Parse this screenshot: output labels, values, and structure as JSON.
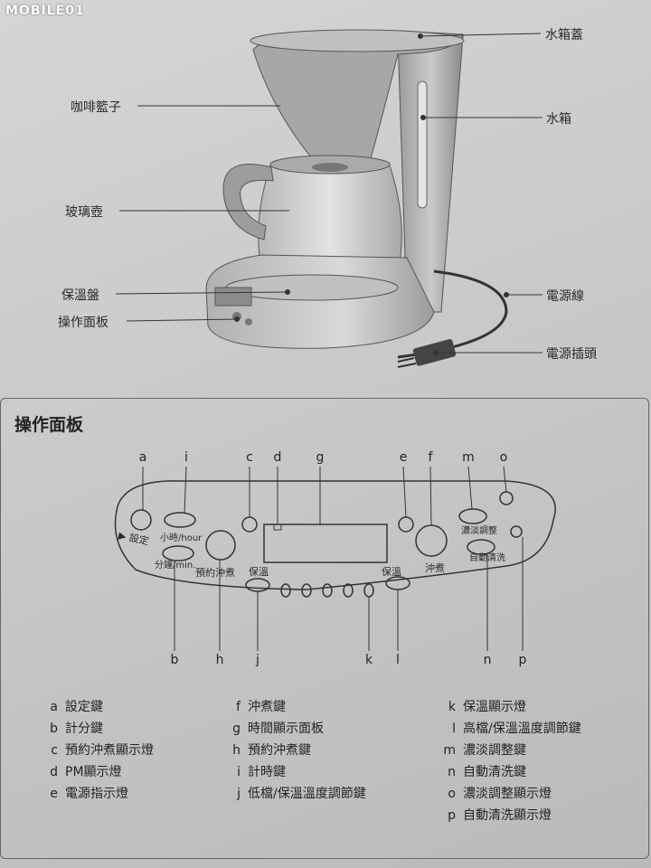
{
  "watermark": "MOBILE01",
  "top_labels": {
    "water_lid": "水箱蓋",
    "coffee_basket": "咖啡籃子",
    "water_tank": "水箱",
    "glass_pot": "玻璃壺",
    "warming_plate": "保溫盤",
    "power_cord": "電源線",
    "control_panel": "操作面板",
    "power_plug": "電源插頭"
  },
  "panel": {
    "title": "操作面板",
    "panel_texts": {
      "set": "▶ 設定",
      "hour": "小時/hour",
      "minute": "分鐘/min.",
      "delay_brew": "預約沖煮",
      "warm_low": "保溫",
      "warm_high": "保溫",
      "brew": "沖煮",
      "strength": "濃淡調整",
      "auto_clean": "自動清洗"
    },
    "top_letters": [
      "a",
      "i",
      "c",
      "d",
      "g",
      "e",
      "f",
      "m",
      "o"
    ],
    "bottom_letters": [
      "b",
      "h",
      "j",
      "k",
      "l",
      "n",
      "p"
    ]
  },
  "legend": {
    "col1": [
      {
        "key": "a",
        "text": "設定鍵"
      },
      {
        "key": "b",
        "text": "計分鍵"
      },
      {
        "key": "c",
        "text": "預約沖煮顯示燈"
      },
      {
        "key": "d",
        "text": "PM顯示燈"
      },
      {
        "key": "e",
        "text": "電源指示燈"
      }
    ],
    "col2": [
      {
        "key": "f",
        "text": "沖煮鍵"
      },
      {
        "key": "g",
        "text": "時間顯示面板"
      },
      {
        "key": "h",
        "text": "預約沖煮鍵"
      },
      {
        "key": "i",
        "text": "計時鍵"
      },
      {
        "key": "j",
        "text": "低檔/保溫溫度調節鍵"
      }
    ],
    "col3": [
      {
        "key": "k",
        "text": "保溫顯示燈"
      },
      {
        "key": "l",
        "text": "高檔/保溫溫度調節鍵"
      },
      {
        "key": "m",
        "text": "濃淡調整鍵"
      },
      {
        "key": "n",
        "text": "自動清洗鍵"
      },
      {
        "key": "o",
        "text": "濃淡調整顯示燈"
      },
      {
        "key": "p",
        "text": "自動清洗顯示燈"
      }
    ]
  }
}
